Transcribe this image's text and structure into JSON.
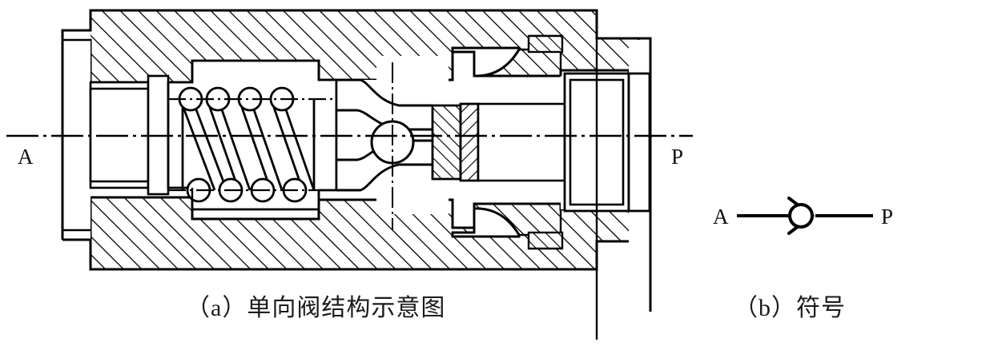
{
  "figure": {
    "title_a": "（a）单向阀结构示意图",
    "title_b": "（b）符号",
    "background_color": "#ffffff",
    "line_color": "#000000"
  },
  "section_view": {
    "name": "check-valve-section-drawing",
    "port_left_label": "A",
    "port_right_label": "P",
    "centerline_style": "dash-dot",
    "hatching": "45-degree section hatching",
    "spring_coil_count": 4,
    "components": [
      "left-threaded-port-A",
      "valve-body",
      "compression-spring",
      "poppet",
      "valve-seat",
      "seal-sleeve",
      "right-threaded-port-P"
    ]
  },
  "symbol_view": {
    "name": "check-valve-symbol",
    "port_left_label": "A",
    "port_right_label": "P",
    "ball_shape": "circle",
    "seat_shape": "arrow-seat-open-left"
  },
  "colors": {
    "stroke": "#000000",
    "fill": "#ffffff",
    "text": "#1b1b1b"
  }
}
